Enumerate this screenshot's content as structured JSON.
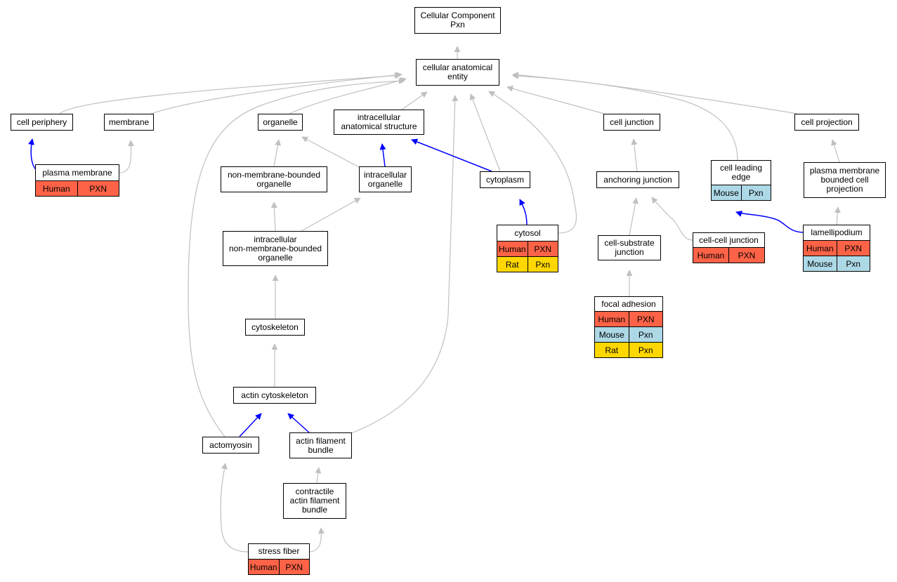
{
  "title": "Cellular Component\nPxn",
  "colors": {
    "is_a_edge": "#c0c0c0",
    "part_of_edge": "#0000ff",
    "Human": "#ff6347",
    "Mouse": "#add8e6",
    "Rat": "#ffd700"
  },
  "nodes": [
    {
      "id": "root",
      "label": "Cellular Component\nPxn"
    },
    {
      "id": "cae",
      "label": "cellular anatomical\nentity"
    },
    {
      "id": "periphery",
      "label": "cell periphery"
    },
    {
      "id": "membrane",
      "label": "membrane"
    },
    {
      "id": "organelle",
      "label": "organelle"
    },
    {
      "id": "ias",
      "label": "intracellular\nanatomical structure"
    },
    {
      "id": "junction",
      "label": "cell junction"
    },
    {
      "id": "projection",
      "label": "cell projection"
    },
    {
      "id": "pm",
      "label": "plasma membrane",
      "annotations": [
        {
          "species": "Human",
          "gene": "PXN"
        }
      ]
    },
    {
      "id": "nmbo",
      "label": "non-membrane-bounded\norganelle"
    },
    {
      "id": "io",
      "label": "intracellular\norganelle"
    },
    {
      "id": "cytoplasm",
      "label": "cytoplasm"
    },
    {
      "id": "anchoring",
      "label": "anchoring junction"
    },
    {
      "id": "leading",
      "label": "cell leading\nedge",
      "annotations": [
        {
          "species": "Mouse",
          "gene": "Pxn"
        }
      ]
    },
    {
      "id": "pmbcp",
      "label": "plasma membrane\nbounded cell\nprojection"
    },
    {
      "id": "inmbo",
      "label": "intracellular\nnon-membrane-bounded\norganelle"
    },
    {
      "id": "cytosol",
      "label": "cytosol",
      "annotations": [
        {
          "species": "Human",
          "gene": "PXN"
        },
        {
          "species": "Rat",
          "gene": "Pxn"
        }
      ]
    },
    {
      "id": "ccj",
      "label": "cell-cell junction",
      "annotations": [
        {
          "species": "Human",
          "gene": "PXN"
        }
      ]
    },
    {
      "id": "csj",
      "label": "cell-substrate\njunction"
    },
    {
      "id": "lamelli",
      "label": "lamellipodium",
      "annotations": [
        {
          "species": "Human",
          "gene": "PXN"
        },
        {
          "species": "Mouse",
          "gene": "Pxn"
        }
      ]
    },
    {
      "id": "focal",
      "label": "focal adhesion",
      "annotations": [
        {
          "species": "Human",
          "gene": "PXN"
        },
        {
          "species": "Mouse",
          "gene": "Pxn"
        },
        {
          "species": "Rat",
          "gene": "Pxn"
        }
      ]
    },
    {
      "id": "cytoskel",
      "label": "cytoskeleton"
    },
    {
      "id": "actin",
      "label": "actin cytoskeleton"
    },
    {
      "id": "actomyosin",
      "label": "actomyosin"
    },
    {
      "id": "afb",
      "label": "actin filament\nbundle"
    },
    {
      "id": "cafb",
      "label": "contractile\nactin filament\nbundle"
    },
    {
      "id": "stress",
      "label": "stress fiber",
      "annotations": [
        {
          "species": "Human",
          "gene": "PXN"
        }
      ]
    }
  ],
  "edges": [
    {
      "from": "cae",
      "to": "root",
      "type": "is_a"
    },
    {
      "from": "periphery",
      "to": "cae",
      "type": "is_a"
    },
    {
      "from": "membrane",
      "to": "cae",
      "type": "is_a"
    },
    {
      "from": "organelle",
      "to": "cae",
      "type": "is_a"
    },
    {
      "from": "ias",
      "to": "cae",
      "type": "is_a"
    },
    {
      "from": "junction",
      "to": "cae",
      "type": "is_a"
    },
    {
      "from": "projection",
      "to": "cae",
      "type": "is_a"
    },
    {
      "from": "leading",
      "to": "cae",
      "type": "is_a"
    },
    {
      "from": "cytoplasm",
      "to": "cae",
      "type": "is_a"
    },
    {
      "from": "cytosol",
      "to": "cae",
      "type": "is_a"
    },
    {
      "from": "actomyosin",
      "to": "cae",
      "type": "is_a"
    },
    {
      "from": "afb",
      "to": "cae",
      "type": "is_a"
    },
    {
      "from": "pm",
      "to": "periphery",
      "type": "part_of"
    },
    {
      "from": "pm",
      "to": "membrane",
      "type": "is_a"
    },
    {
      "from": "nmbo",
      "to": "organelle",
      "type": "is_a"
    },
    {
      "from": "io",
      "to": "organelle",
      "type": "is_a"
    },
    {
      "from": "io",
      "to": "ias",
      "type": "part_of"
    },
    {
      "from": "cytoplasm",
      "to": "ias",
      "type": "part_of"
    },
    {
      "from": "inmbo",
      "to": "nmbo",
      "type": "is_a"
    },
    {
      "from": "inmbo",
      "to": "io",
      "type": "is_a"
    },
    {
      "from": "cytosol",
      "to": "cytoplasm",
      "type": "part_of"
    },
    {
      "from": "anchoring",
      "to": "junction",
      "type": "is_a"
    },
    {
      "from": "csj",
      "to": "anchoring",
      "type": "is_a"
    },
    {
      "from": "ccj",
      "to": "anchoring",
      "type": "is_a"
    },
    {
      "from": "focal",
      "to": "csj",
      "type": "is_a"
    },
    {
      "from": "pmbcp",
      "to": "projection",
      "type": "is_a"
    },
    {
      "from": "lamelli",
      "to": "pmbcp",
      "type": "is_a"
    },
    {
      "from": "lamelli",
      "to": "leading",
      "type": "part_of"
    },
    {
      "from": "cytoskel",
      "to": "inmbo",
      "type": "is_a"
    },
    {
      "from": "actin",
      "to": "cytoskel",
      "type": "is_a"
    },
    {
      "from": "actomyosin",
      "to": "actin",
      "type": "part_of"
    },
    {
      "from": "afb",
      "to": "actin",
      "type": "part_of"
    },
    {
      "from": "cafb",
      "to": "afb",
      "type": "is_a"
    },
    {
      "from": "stress",
      "to": "cafb",
      "type": "is_a"
    },
    {
      "from": "stress",
      "to": "actomyosin",
      "type": "is_a"
    }
  ]
}
